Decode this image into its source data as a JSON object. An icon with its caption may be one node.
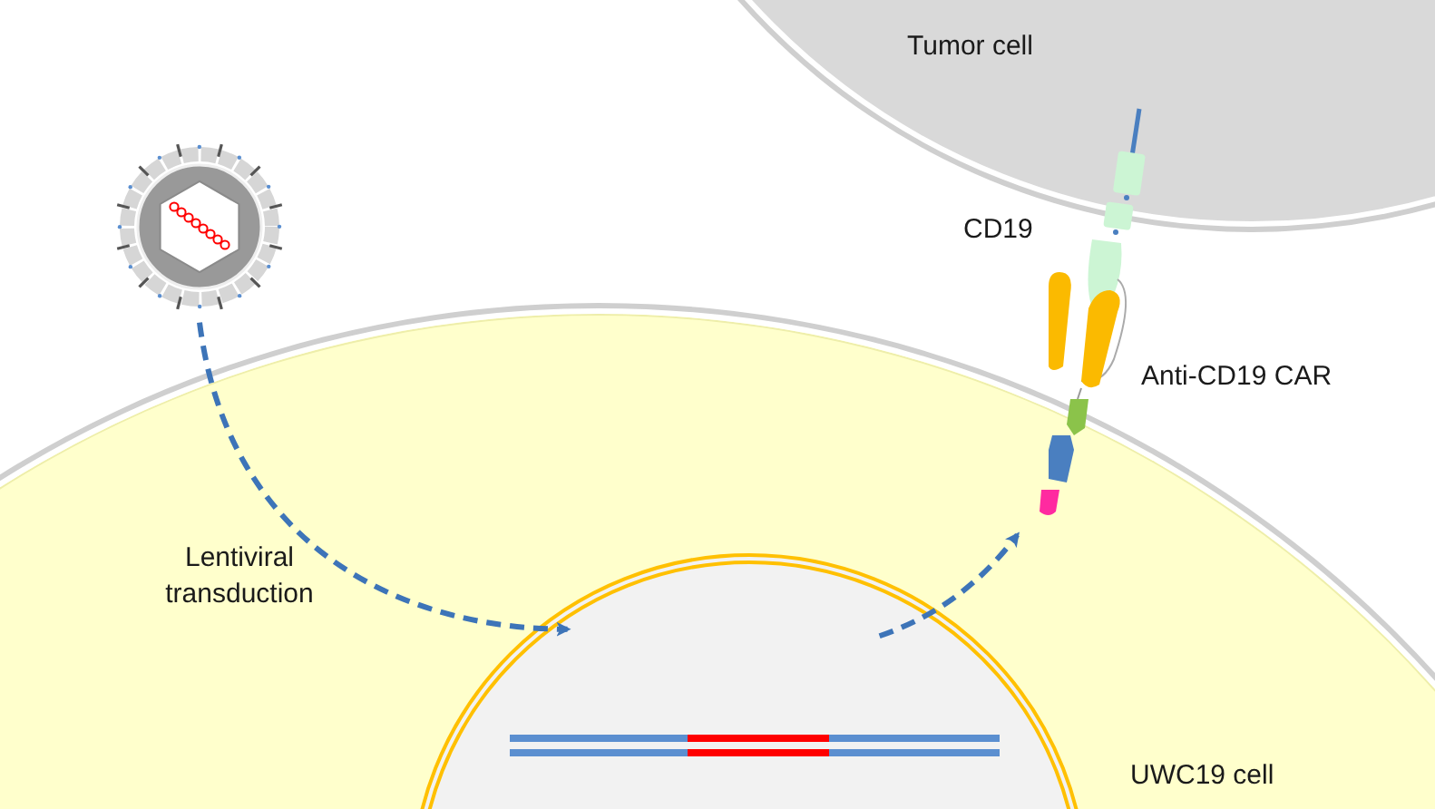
{
  "diagram": {
    "nodes": [
      {
        "text": [
          "Tumor cell"
        ]
      },
      {
        "text": [
          "UWC19 cell"
        ]
      },
      {
        "text": [],
        "shape": "circle",
        "in": 1
      },
      {
        "text": [],
        "shape": "picture"
      },
      {
        "text": [],
        "shape": "picture"
      }
    ],
    "edges": [
      {
        "from": 3,
        "to": 2,
        "arrow": "to",
        "style": "dashed"
      },
      {
        "from": 2,
        "to": 4,
        "arrow": "to",
        "style": "dashed"
      }
    ],
    "labels": [
      "CD19",
      "Anti-CD19 CAR",
      "Lentiviral transduction"
    ]
  }
}
